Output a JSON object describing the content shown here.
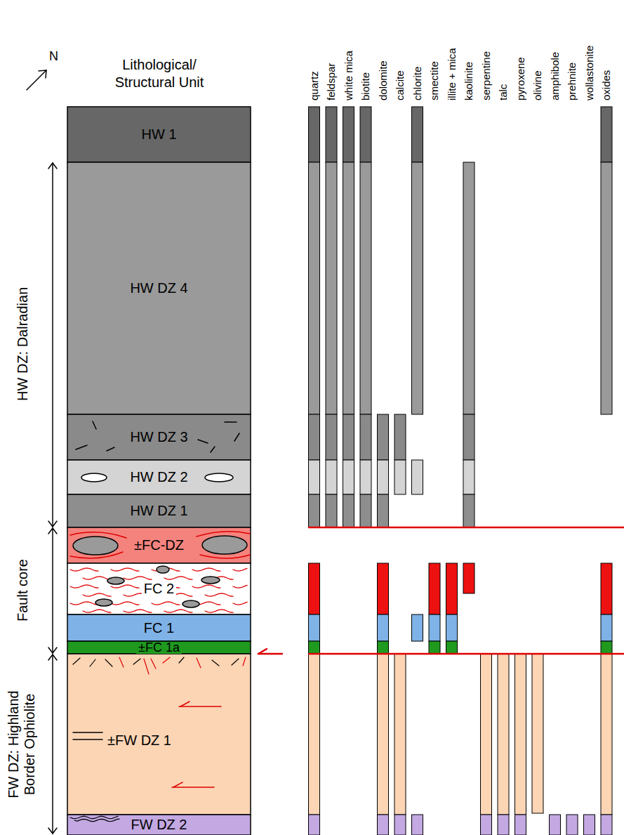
{
  "diagram": {
    "nodes": [
      {
        "text": [
          "HW 1"
        ]
      },
      {
        "text": [
          "HW DZ 4"
        ]
      },
      {
        "text": [
          "HW DZ 3"
        ]
      },
      {
        "text": [
          "HW DZ 2"
        ]
      },
      {
        "text": [
          "HW DZ 1"
        ]
      },
      {
        "text": [
          "±FC-DZ"
        ]
      },
      {
        "text": [
          "FC 2"
        ]
      },
      {
        "text": [
          "FC 1"
        ]
      },
      {
        "text": [
          "±FC 1a"
        ]
      },
      {
        "text": [
          "±FW DZ 1"
        ]
      },
      {
        "text": [
          "FW DZ 2"
        ]
      }
    ],
    "labels": [
      "N",
      "Lithological/ Structural Unit",
      "quartz",
      "feldspar",
      "white mica",
      "biotite",
      "dolomite",
      "calcite",
      "chlorite",
      "smectite",
      "illite + mica",
      "kaolinite",
      "serpentine",
      "talc",
      "pyroxene",
      "olivine",
      "amphibole",
      "prehnite",
      "wollastonite",
      "oxides",
      "HW DZ: Dalradian",
      "Fault core",
      "FW DZ: Highland Border Ophiolite"
    ]
  }
}
